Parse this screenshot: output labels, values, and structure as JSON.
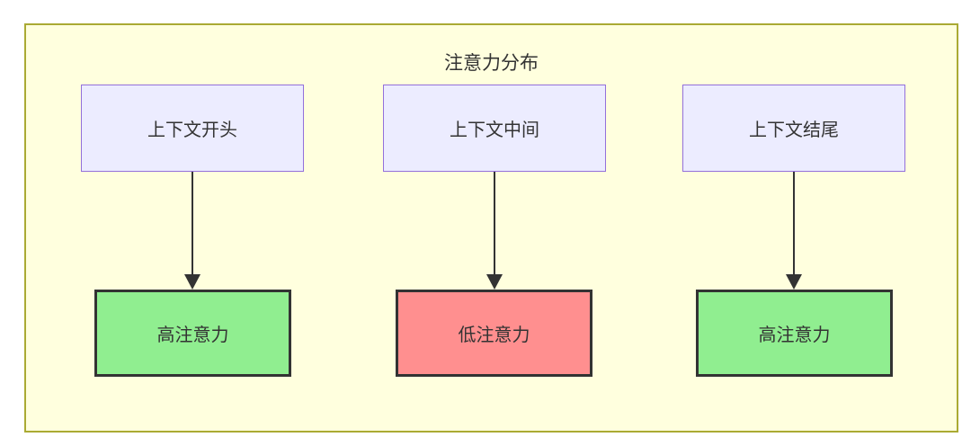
{
  "diagram": {
    "title": "注意力分布",
    "top_nodes": [
      {
        "label": "上下文开头"
      },
      {
        "label": "上下文中间"
      },
      {
        "label": "上下文结尾"
      }
    ],
    "bottom_nodes": [
      {
        "label": "高注意力",
        "level": "high"
      },
      {
        "label": "低注意力",
        "level": "low"
      },
      {
        "label": "高注意力",
        "level": "high"
      }
    ],
    "edges": [
      {
        "from": "上下文开头",
        "to": "高注意力",
        "style": "arrow-down"
      },
      {
        "from": "上下文中间",
        "to": "低注意力",
        "style": "arrow-down"
      },
      {
        "from": "上下文结尾",
        "to": "高注意力",
        "style": "arrow-down"
      }
    ]
  },
  "colors": {
    "container_fill": "#ffffde",
    "container_border": "#aaaa33",
    "node_fill": "#ECECFF",
    "node_border": "#9370DB",
    "high_fill": "#90EE90",
    "low_fill": "#ff8f8f",
    "accent_border": "#333333",
    "arrow": "#333333",
    "text": "#333333"
  }
}
